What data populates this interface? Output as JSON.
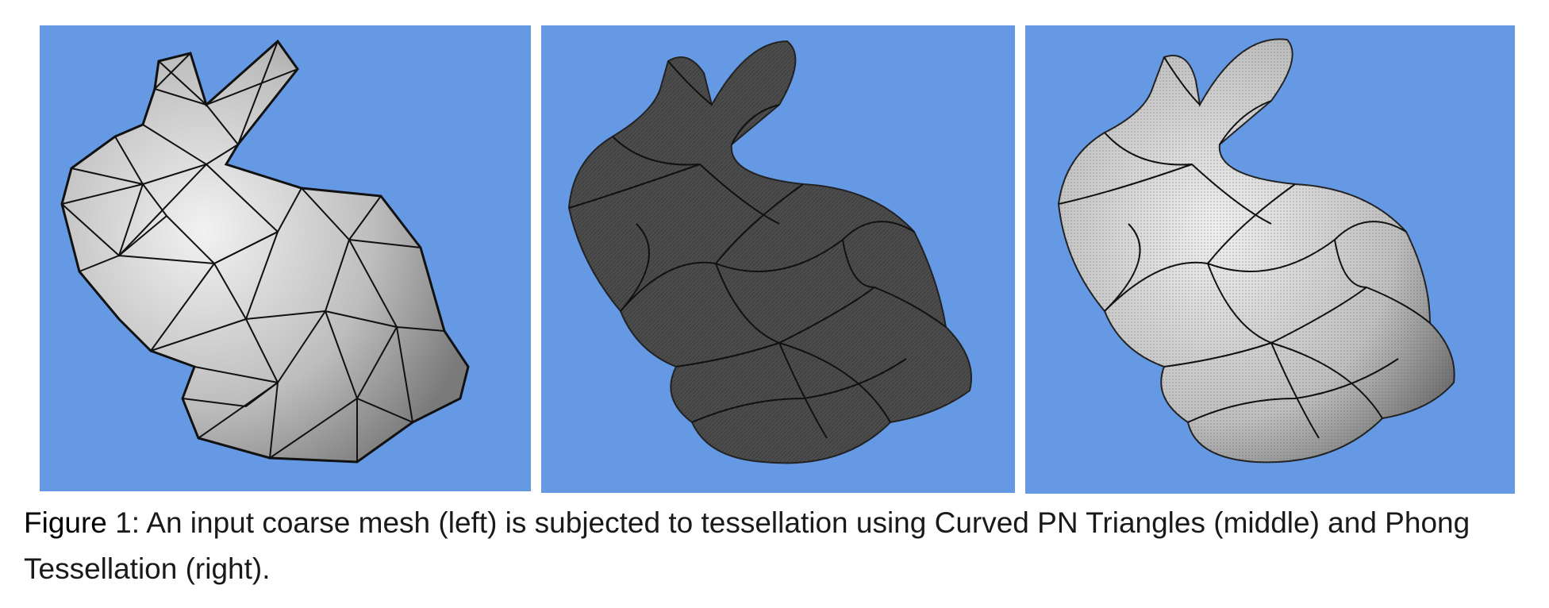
{
  "figure": {
    "panels": [
      {
        "key": "left",
        "shading": "coarse-mesh",
        "fill": "#c8c8c8"
      },
      {
        "key": "middle",
        "shading": "curved-pn-triangles",
        "fill": "#4a4a4a"
      },
      {
        "key": "right",
        "shading": "phong-tessellation",
        "fill": "#d9d9d9"
      }
    ],
    "background_color": "#6699e3"
  },
  "caption": {
    "label": "Figure",
    "text": " 1: An input coarse mesh (left) is subjected to tessellation using Curved PN Triangles (middle) and Phong Tessellation (right)."
  }
}
